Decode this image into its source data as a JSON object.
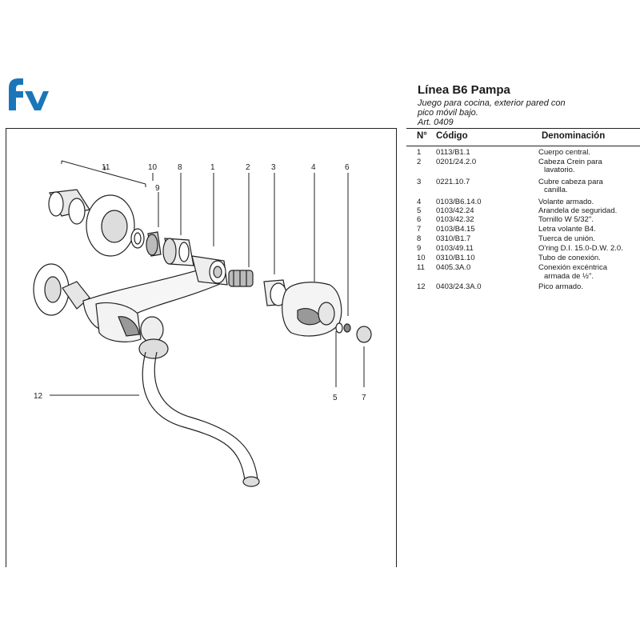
{
  "header": {
    "title": "Línea B6 Pampa",
    "subtitle_line1": "Juego para cocina, exterior pared con",
    "subtitle_line2": "pico móvil bajo.",
    "article": "Art. 0409"
  },
  "logo": {
    "icon": "fv-logo",
    "text": "fv",
    "color": "#1a76b8"
  },
  "table": {
    "headers": {
      "number": "N°",
      "code": "Código",
      "name": "Denominación"
    },
    "rows": [
      {
        "n": "1",
        "code": "0113/B1.1",
        "name": "Cuerpo central."
      },
      {
        "n": "2",
        "code": "0201/24.2.0",
        "name": "Cabeza Crein para",
        "name2": "lavatorio."
      },
      {
        "n": "3",
        "code": "0221.10.7",
        "name": "Cubre cabeza para",
        "name2": "canilla."
      },
      {
        "n": "4",
        "code": "0103/B6.14.0",
        "name": "Volante armado."
      },
      {
        "n": "5",
        "code": "0103/42.24",
        "name": "Arandela de seguridad."
      },
      {
        "n": "6",
        "code": "0103/42.32",
        "name": "Tornillo W 5/32\"."
      },
      {
        "n": "7",
        "code": "0103/B4.15",
        "name": "Letra volante B4."
      },
      {
        "n": "8",
        "code": "0310/B1.7",
        "name": "Tuerca de unión."
      },
      {
        "n": "9",
        "code": "0103/49.11",
        "name": "O'ring D.I. 15.0-D.W. 2.0."
      },
      {
        "n": "10",
        "code": "0310/B1.10",
        "name": "Tubo de conexión."
      },
      {
        "n": "11",
        "code": "0405.3A.0",
        "name": "Conexión excéntrica",
        "name2": "armada de ½\"."
      },
      {
        "n": "12",
        "code": "0403/24.3A.0",
        "name": "Pico armado."
      }
    ]
  },
  "callouts": {
    "c1": "1",
    "c2": "2",
    "c3": "3",
    "c4": "4",
    "c5": "5",
    "c6": "6",
    "c7": "7",
    "c8": "8",
    "c9": "9",
    "c10": "10",
    "c11": "11",
    "c12": "12"
  }
}
